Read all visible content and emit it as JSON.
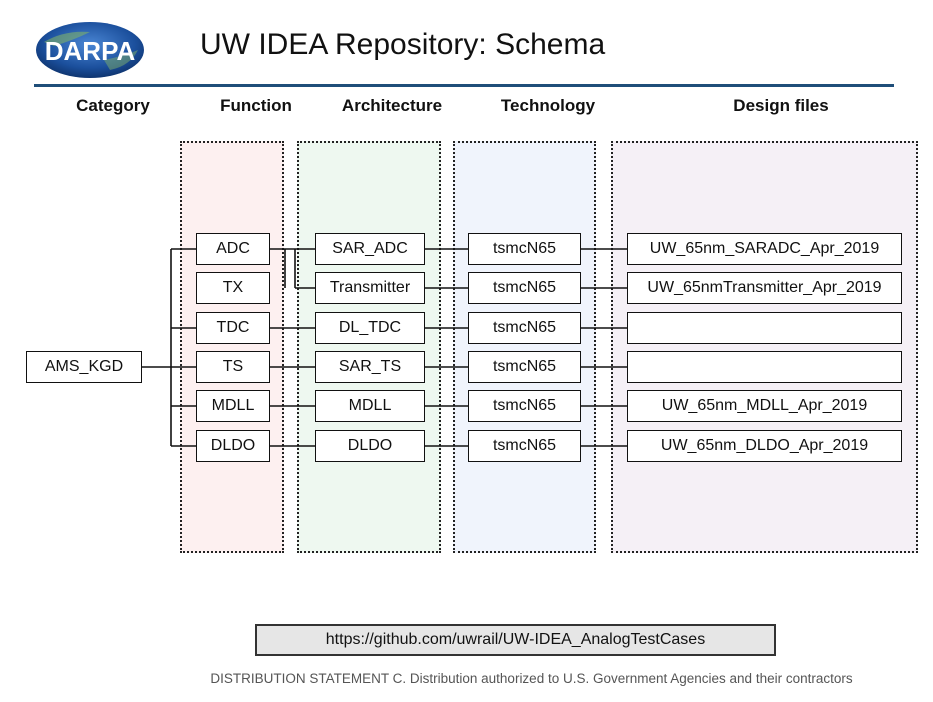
{
  "logo_text": "DARPA",
  "title": "UW IDEA Repository: Schema",
  "columns": {
    "category": "Category",
    "function": "Function",
    "architecture": "Architecture",
    "technology": "Technology",
    "design_files": "Design files"
  },
  "category": "AMS_KGD",
  "functions": [
    "ADC",
    "TX",
    "TDC",
    "TS",
    "MDLL",
    "DLDO"
  ],
  "architectures": [
    "SAR_ADC",
    "Transmitter",
    "DL_TDC",
    "SAR_TS",
    "MDLL",
    "DLDO"
  ],
  "technologies": [
    "tsmcN65",
    "tsmcN65",
    "tsmcN65",
    "tsmcN65",
    "tsmcN65",
    "tsmcN65"
  ],
  "design_files": [
    "UW_65nm_SARADC_Apr_2019",
    "UW_65nmTransmitter_Apr_2019",
    "",
    "",
    "UW_65nm_MDLL_Apr_2019",
    "UW_65nm_DLDO_Apr_2019"
  ],
  "link": "https://github.com/uwrail/UW-IDEA_AnalogTestCases",
  "footer": "DISTRIBUTION STATEMENT C. Distribution authorized to U.S. Government Agencies and their contractors",
  "colors": {
    "function_zone": "#fdf0f0",
    "architecture_zone": "#eef8f0",
    "technology_zone": "#f0f4fc",
    "design_zone": "#f5f0f6",
    "logo_blue": "#1b4f9c",
    "rule": "#1f4e79"
  }
}
